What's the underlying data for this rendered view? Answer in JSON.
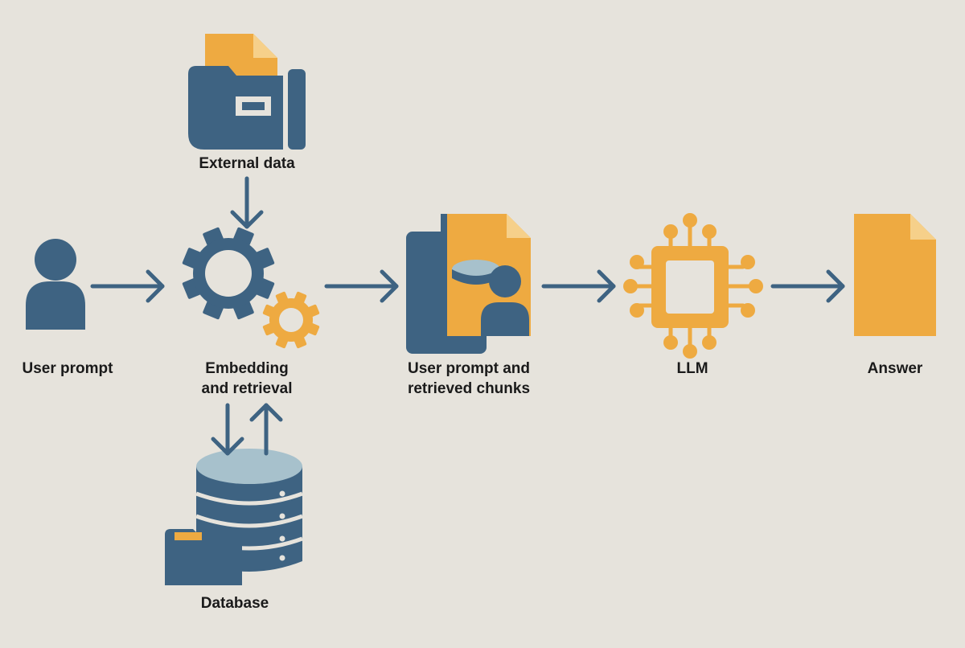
{
  "colors": {
    "background": "#e6e3dc",
    "blue": "#3e6382",
    "orange": "#eeaa41",
    "light_blue": "#a7c1cc",
    "text": "#1a1a1a"
  },
  "nodes": {
    "external_data": {
      "label": "External data",
      "icon": "folder-icon"
    },
    "user_prompt": {
      "label": "User prompt",
      "icon": "user-icon"
    },
    "embedding": {
      "label_line1": "Embedding",
      "label_line2": "and retrieval",
      "icon": "gears-icon"
    },
    "augmented_prompt": {
      "label_line1": "User prompt and",
      "label_line2": "retrieved chunks",
      "icon": "document-user-icon"
    },
    "llm": {
      "label": "LLM",
      "icon": "chip-icon"
    },
    "answer": {
      "label": "Answer",
      "icon": "document-icon"
    },
    "database": {
      "label": "Database",
      "icon": "database-icon"
    }
  }
}
